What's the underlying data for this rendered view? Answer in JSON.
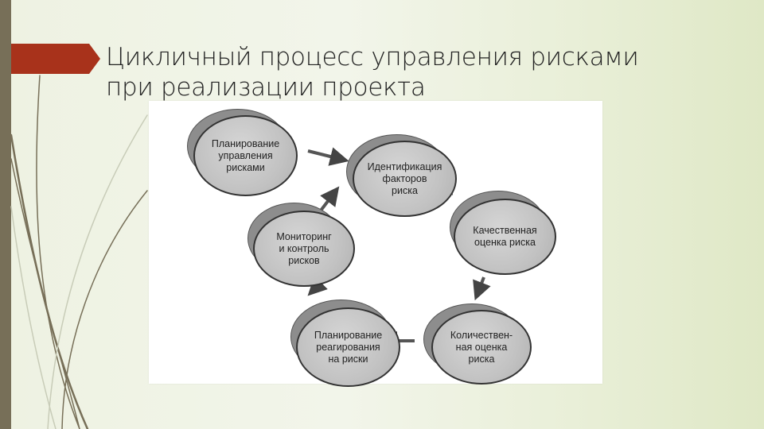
{
  "slide": {
    "title": "Цикличный процесс управления рисками при реализации проекта",
    "accent_color": "#a8321b",
    "sidebar_color": "#776f58"
  },
  "diagram": {
    "type": "cycle",
    "nodes": [
      {
        "id": "planning",
        "label": "Планирование\nуправления\nрисками"
      },
      {
        "id": "identification",
        "label": "Идентификация\nфакторов\nриска"
      },
      {
        "id": "qualitative",
        "label": "Качественная\nоценка риска"
      },
      {
        "id": "quantitative",
        "label": "Количествен-\nная оценка\nриска"
      },
      {
        "id": "response",
        "label": "Планирование\nреагирования\nна риски"
      },
      {
        "id": "monitoring",
        "label": "Мониторинг\nи контроль\nрисков"
      }
    ],
    "edges": [
      {
        "from": "planning",
        "to": "identification"
      },
      {
        "from": "identification",
        "to": "qualitative"
      },
      {
        "from": "qualitative",
        "to": "quantitative"
      },
      {
        "from": "quantitative",
        "to": "response"
      },
      {
        "from": "response",
        "to": "monitoring"
      },
      {
        "from": "monitoring",
        "to": "identification"
      }
    ]
  }
}
